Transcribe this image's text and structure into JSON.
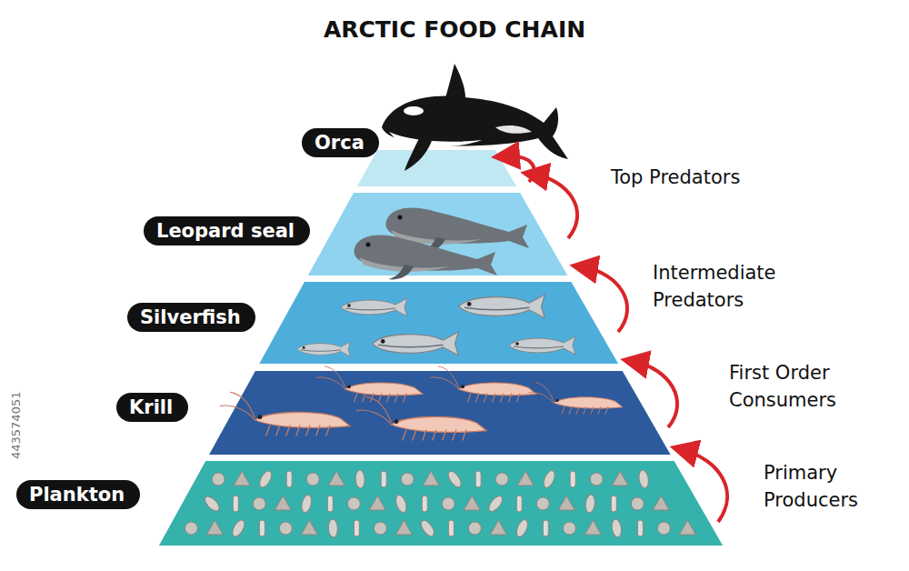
{
  "diagram": {
    "title": "ARCTIC FOOD CHAIN",
    "nodes": [
      {
        "text": [
          "Orca"
        ]
      },
      {
        "text": [
          "Leopard seal"
        ]
      },
      {
        "text": [
          "Silverfish"
        ]
      },
      {
        "text": [
          "Krill"
        ]
      },
      {
        "text": [
          "Plankton"
        ]
      }
    ],
    "labels": [
      "Top Predators",
      "Intermediate Predators",
      "First Order Consumers",
      "Primary Producers",
      "443574051"
    ]
  }
}
